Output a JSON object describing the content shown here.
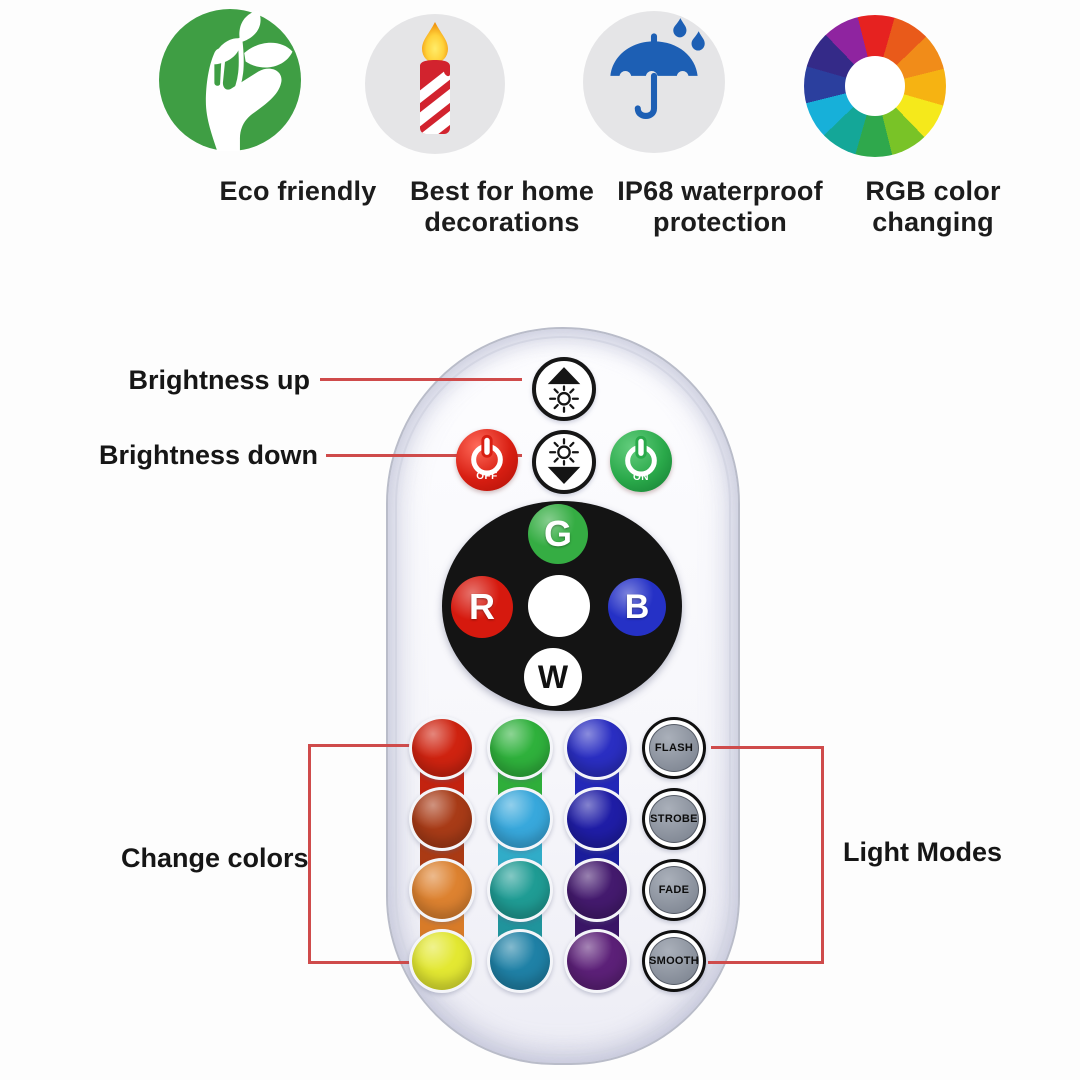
{
  "features": [
    {
      "id": "eco",
      "icon": "hand-plant-icon",
      "line1": "Eco friendly",
      "line2": ""
    },
    {
      "id": "home",
      "icon": "candle-icon",
      "line1": "Best for home",
      "line2": "decorations"
    },
    {
      "id": "ip68",
      "icon": "umbrella-rain-icon",
      "line1": "IP68 waterproof",
      "line2": "protection"
    },
    {
      "id": "rgb",
      "icon": "color-wheel-icon",
      "line1": "RGB color",
      "line2": "changing"
    }
  ],
  "callouts": {
    "brightness_up": "Brightness up",
    "brightness_down": "Brightness down",
    "change_colors": "Change colors",
    "light_modes": "Light Modes"
  },
  "remote": {
    "power_off_label": "OFF",
    "power_on_label": "ON",
    "keys": {
      "g": "G",
      "r": "R",
      "b": "B",
      "w": "W"
    },
    "modes": [
      "FLASH",
      "STROBE",
      "FADE",
      "SMOOTH"
    ],
    "color_grid": {
      "columns": [
        {
          "buttons": [
            "#cf2310",
            "#a83b17",
            "#dd8230",
            "#e3e832"
          ],
          "bars": [
            "#c32310",
            "#aa3a14",
            "#d87b28"
          ]
        },
        {
          "buttons": [
            "#2fb13c",
            "#38a8dc",
            "#1f9c94",
            "#1f81a6"
          ],
          "bars": [
            "#2fae3a",
            "#31acc8",
            "#20949c"
          ]
        },
        {
          "buttons": [
            "#2a2ec2",
            "#1f1da6",
            "#441a6e",
            "#5c2078"
          ],
          "bars": [
            "#2328b8",
            "#1b1d9c",
            "#3a1566"
          ]
        }
      ]
    }
  },
  "colors": {
    "eco_badge": "#3f9e44",
    "gray_badge": "#e5e5e7",
    "callout_line": "#cf4b4b",
    "off_button": "#d81e12",
    "on_button": "#2aa94a",
    "key_r": "#d6190e",
    "key_g": "#35ad43",
    "key_b": "#2531c6",
    "candle_red": "#d2232e",
    "umbrella_blue": "#1d5fb4",
    "wheel": [
      "#e62220",
      "#e95a1a",
      "#f18c19",
      "#f6b312",
      "#f5e91b",
      "#79c327",
      "#2fa84c",
      "#14a798",
      "#17b0d9",
      "#2b3f9e",
      "#342a88",
      "#8f24a0"
    ]
  }
}
